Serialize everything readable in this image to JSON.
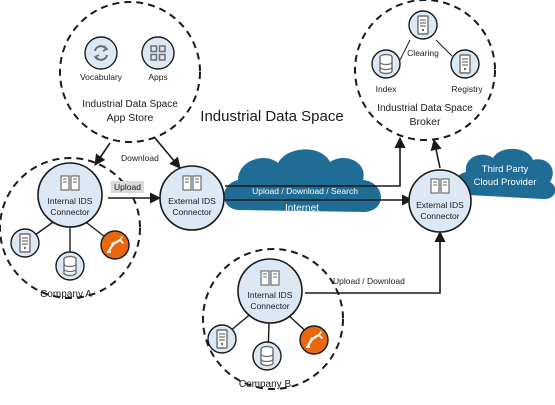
{
  "title": "Industrial Data Space",
  "app_store": {
    "name_line1": "Industrial Data Space",
    "name_line2": "App Store",
    "items": [
      {
        "label": "Vocabulary",
        "icon": "sync-arrows-icon"
      },
      {
        "label": "Apps",
        "icon": "grid-icon"
      }
    ]
  },
  "broker": {
    "name_line1": "Industrial Data Space",
    "name_line2": "Broker",
    "items": [
      {
        "label": "Index",
        "icon": "database-icon"
      },
      {
        "label": "Clearing",
        "icon": "server-icon"
      },
      {
        "label": "Registry",
        "icon": "server-icon"
      }
    ]
  },
  "company_a": {
    "label": "Company A",
    "connector_line1": "Internal IDS",
    "connector_line2": "Connector"
  },
  "company_b": {
    "label": "Company B",
    "connector_line1": "Internal IDS",
    "connector_line2": "Connector"
  },
  "external_connector_1": {
    "line1": "External IDS",
    "line2": "Connector"
  },
  "external_connector_2": {
    "line1": "External IDS",
    "line2": "Connector"
  },
  "internet": {
    "label": "Internet",
    "flow_label": "Upload / Download / Search"
  },
  "third_party_cloud": {
    "line1": "Third Party",
    "line2": "Cloud Provider"
  },
  "edges": {
    "download": "Download",
    "upload": "Upload",
    "upload_download": "Upload / Download"
  },
  "colors": {
    "node_fill": "#dce8f4",
    "cloud_fill": "#1f6d94",
    "robot_fill": "#e8670f",
    "line": "#1a1a1a",
    "icon_gray": "#7f7f7f"
  }
}
